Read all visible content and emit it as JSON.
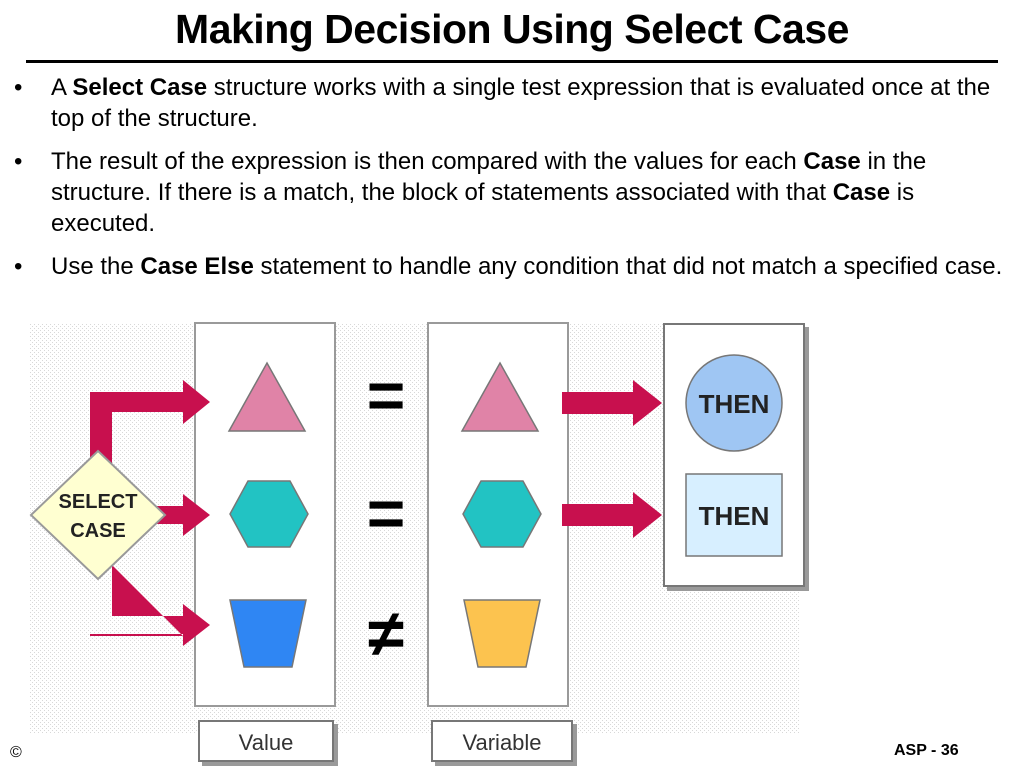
{
  "slide": {
    "title": "Making Decision Using Select Case",
    "bullets": [
      {
        "dot": "•",
        "p1": "A ",
        "b1": "Select Case",
        "p2": " structure works with a single test expression that is evaluated once at the top of the structure."
      },
      {
        "dot": "•",
        "p1": "The result of the expression is then compared with the values for each ",
        "b1": "Case",
        "p2": " in the structure. If there is a match, the block of statements associated with that ",
        "b2": "Case",
        "p3": " is executed."
      },
      {
        "dot": "•",
        "p1": "Use the ",
        "b1": "Case Else",
        "p2": " statement to handle any condition that did not match a specified case."
      }
    ]
  },
  "diagram": {
    "select_case_line1": "SELECT",
    "select_case_line2": "CASE",
    "value_label": "Value",
    "variable_label": "Variable",
    "operators": [
      "=",
      "=",
      "≠"
    ],
    "then_1": "THEN",
    "then_2": "THEN",
    "colors": {
      "arrow": "#c8104e",
      "triangle": "#e083a7",
      "hexagon": "#22c3c3",
      "trapezoid_value": "#2f86f3",
      "trapezoid_variable": "#fcc34f",
      "then_circle": "#9fc6f3",
      "then_square": "#d7efff",
      "diamond": "#ffffd1"
    }
  },
  "footer": {
    "copyright": "©",
    "page": "ASP - 36"
  }
}
